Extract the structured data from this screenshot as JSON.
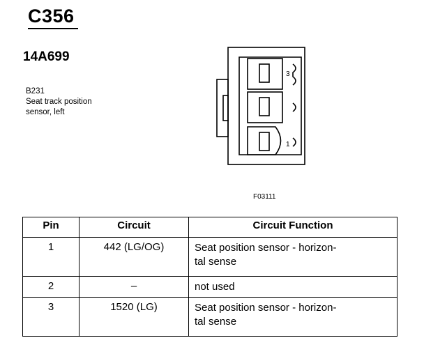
{
  "connector": {
    "id": "C356",
    "part_number": "14A699",
    "component_code": "B231",
    "component_desc_line1": "Seat track position",
    "component_desc_line2": "sensor, left"
  },
  "diagram": {
    "pin_label_top": "3",
    "pin_label_bottom": "1",
    "figure_code": "F03111"
  },
  "table": {
    "headers": {
      "pin": "Pin",
      "circuit": "Circuit",
      "function": "Circuit Function"
    },
    "rows": [
      {
        "pin": "1",
        "circuit": "442 (LG/OG)",
        "function_line1": "Seat position sensor - horizon-",
        "function_line2": "tal sense"
      },
      {
        "pin": "2",
        "circuit": "–",
        "function_line1": "not used",
        "function_line2": ""
      },
      {
        "pin": "3",
        "circuit": "1520 (LG)",
        "function_line1": "Seat position sensor - horizon-",
        "function_line2": "tal sense"
      }
    ]
  }
}
